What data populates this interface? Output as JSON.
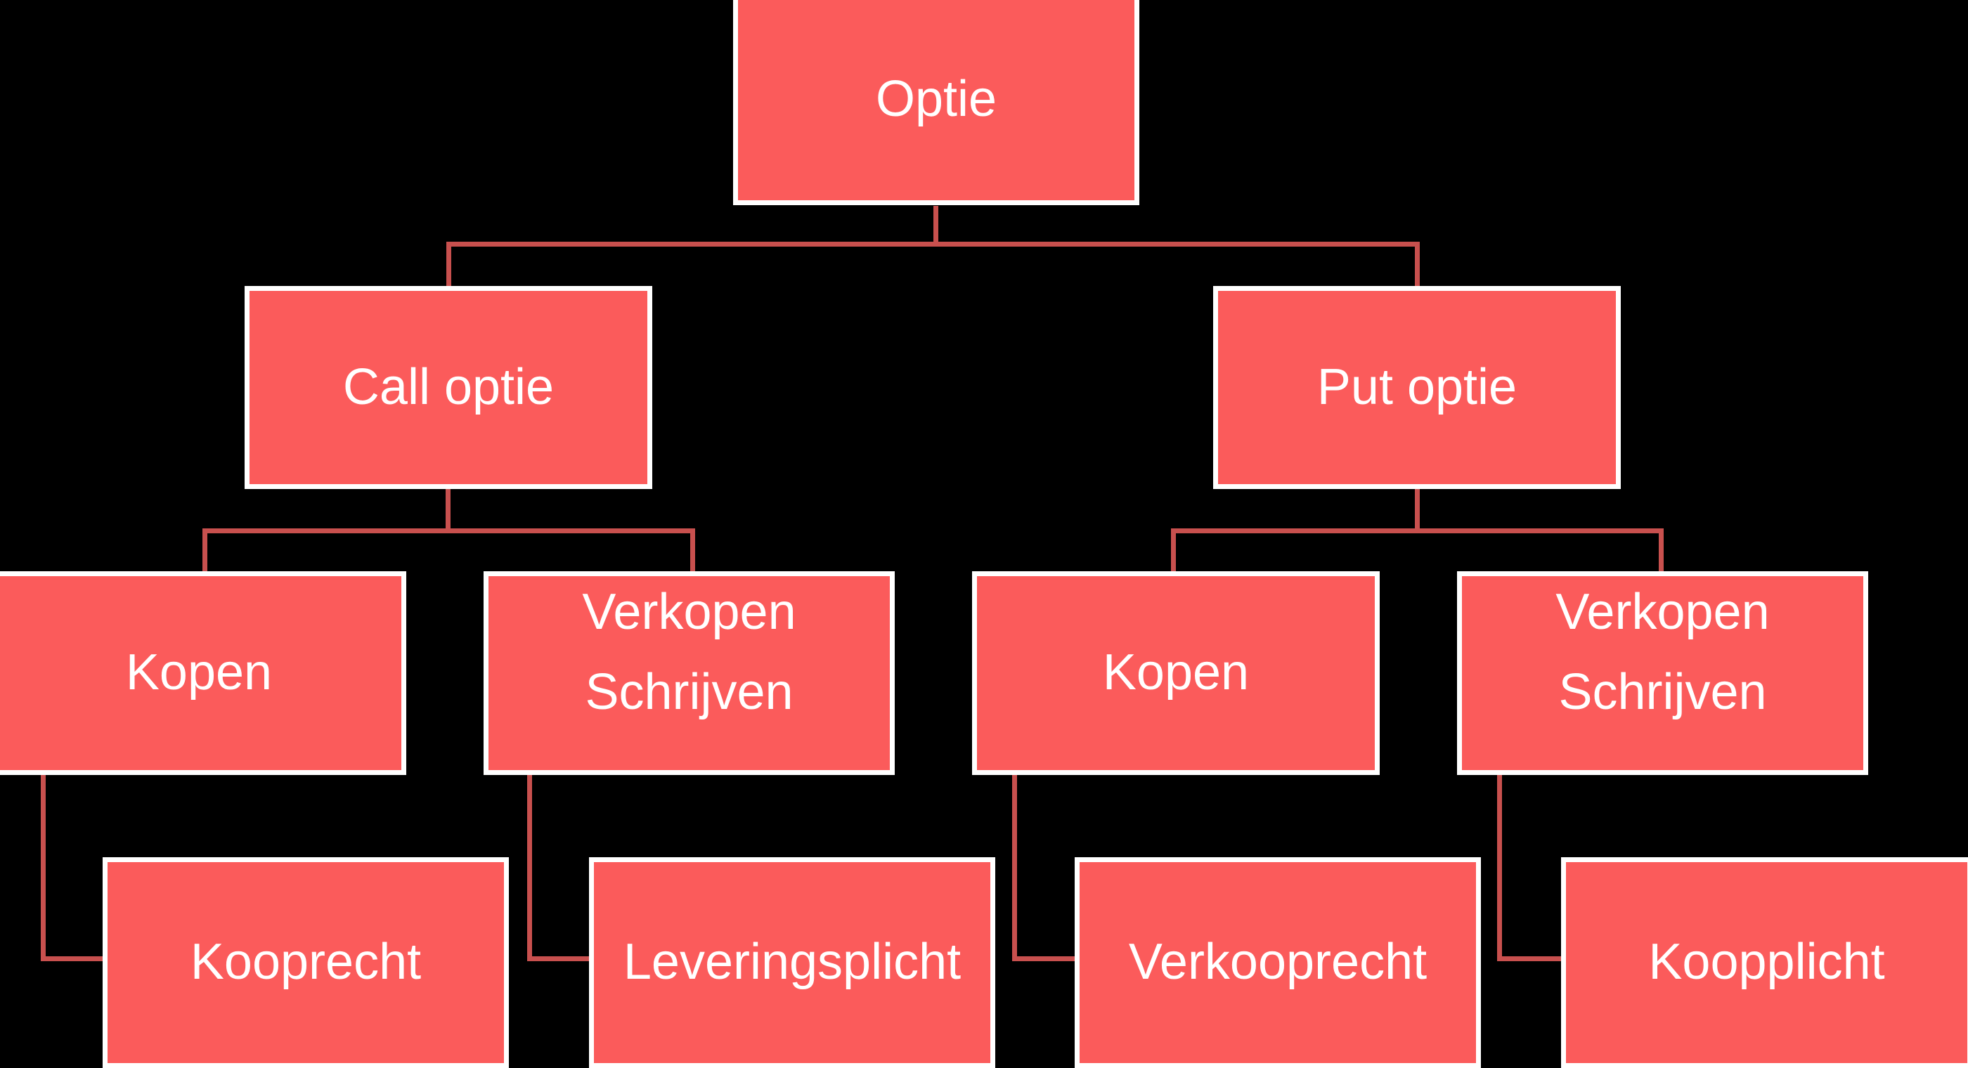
{
  "diagram": {
    "title": "Optie",
    "colors": {
      "background": "#000000",
      "node_fill": "#FB5B5B",
      "node_border": "#FFFFFF",
      "node_text": "#FFFFFF",
      "connector": "#C8504E"
    },
    "levels": {
      "root": {
        "label": "Optie"
      },
      "level2": [
        {
          "label": "Call optie"
        },
        {
          "label": "Put optie"
        }
      ],
      "level3": [
        {
          "label": "Kopen"
        },
        {
          "label_line1": "Verkopen",
          "label_line2": "Schrijven"
        },
        {
          "label": "Kopen"
        },
        {
          "label_line1": "Verkopen",
          "label_line2": "Schrijven"
        }
      ],
      "level4": [
        {
          "label": "Kooprecht"
        },
        {
          "label": "Leveringsplicht"
        },
        {
          "label": "Verkooprecht"
        },
        {
          "label": "Koopplicht"
        }
      ]
    }
  }
}
